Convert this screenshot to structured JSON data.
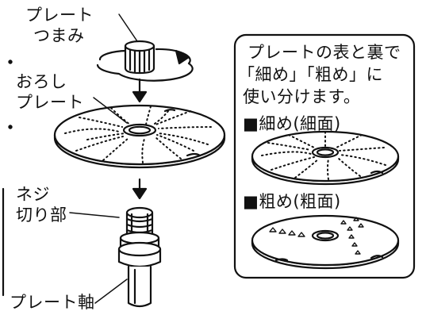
{
  "labels": {
    "knob_line1": "プレート",
    "knob_line2": "つまみ",
    "grater_line1": "おろし",
    "grater_line2": "プレート",
    "thread_line1": "ネジ",
    "thread_line2": "切り部",
    "shaft": "プレート軸"
  },
  "info_box": {
    "line1": "プレートの表と裏で",
    "line2": "「細め」「粗め」に",
    "line3": "使い分けます。",
    "fine_heading": "■細め(細面)",
    "coarse_heading": "■粗め(粗面)"
  }
}
